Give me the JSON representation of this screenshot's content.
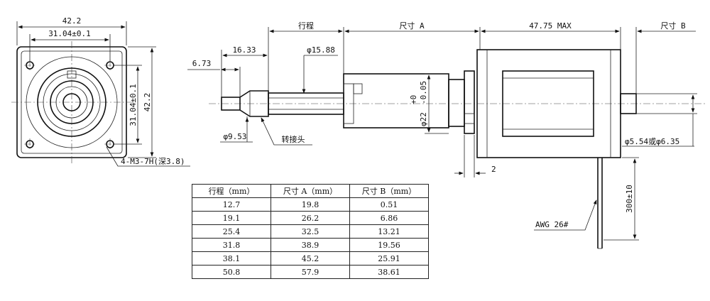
{
  "front_view": {
    "dim_outer": "42.2",
    "dim_hole": "31.04±0.1",
    "dim_hole_vertical": "31.04±0.1",
    "dim_outer_vertical": "42.2",
    "hole_callout": "4-M3-7H(深3.8)"
  },
  "side_view": {
    "stroke_label": "行程",
    "size_a_label": "尺寸 A",
    "max_label": "47.75 MAX",
    "size_b_label": "尺寸 B",
    "dim_1633": "16.33",
    "dim_673": "6.73",
    "dim_1588": "φ15.88",
    "dim_953": "φ9.53",
    "adapter_label": "转接头",
    "dim_phi22": "φ22",
    "tol_plus": "+0",
    "tol_minus": "-0.05",
    "dim_2": "2",
    "shaft_dia": "φ5.54或φ6.35",
    "lead_len": "300±10",
    "wire_label": "AWG 26#"
  },
  "table": {
    "headers": [
      "行程（mm）",
      "尺寸 A（mm）",
      "尺寸 B（mm）"
    ],
    "rows": [
      [
        "12.7",
        "19.8",
        "0.51"
      ],
      [
        "19.1",
        "26.2",
        "6.86"
      ],
      [
        "25.4",
        "32.5",
        "13.21"
      ],
      [
        "31.8",
        "38.9",
        "19.56"
      ],
      [
        "38.1",
        "45.2",
        "25.91"
      ],
      [
        "50.8",
        "57.9",
        "38.61"
      ]
    ]
  }
}
